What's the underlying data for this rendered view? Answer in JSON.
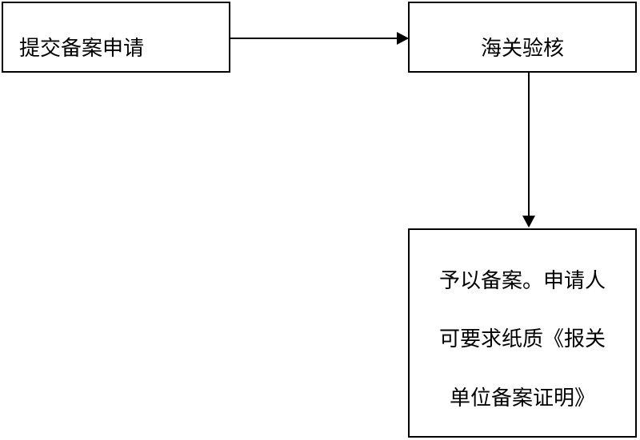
{
  "nodes": {
    "submit": {
      "label": "提交备案申请"
    },
    "verify": {
      "label": "海关验核"
    },
    "result": {
      "lines": [
        "予以备案。申请人",
        "可要求纸质《报关",
        "单位备案证明》"
      ]
    }
  },
  "edges": [
    {
      "from": "submit",
      "to": "verify"
    },
    {
      "from": "verify",
      "to": "result"
    }
  ],
  "colors": {
    "stroke": "#000000",
    "background": "#ffffff"
  }
}
